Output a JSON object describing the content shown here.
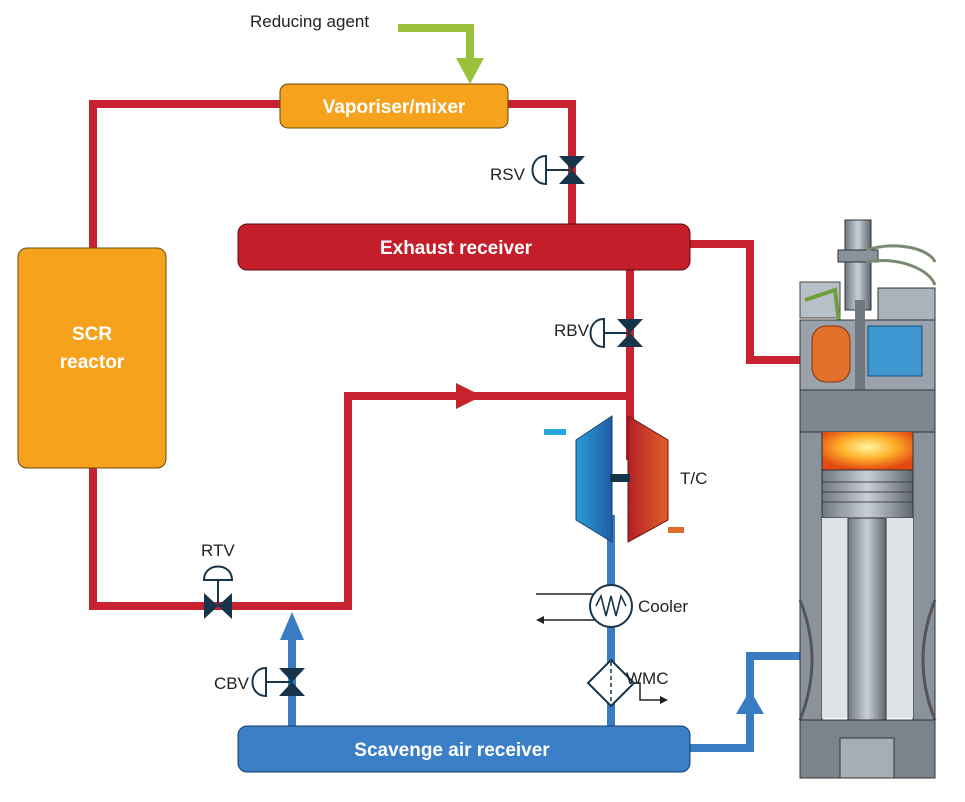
{
  "colors": {
    "exhaust_red": "#c8222e",
    "air_blue": "#3a7cc4",
    "orange_box": "#f7a21d",
    "red_box": "#c41e2a",
    "blue_box": "#3b7fc6",
    "green_arrow": "#9ac03c"
  },
  "labels": {
    "reducing_agent": "Reducing agent",
    "vaporiser": "Vaporiser/mixer",
    "exhaust_receiver": "Exhaust receiver",
    "scr_line1": "SCR",
    "scr_line2": "reactor",
    "scavenge_receiver": "Scavenge air receiver",
    "rsv": "RSV",
    "rbv": "RBV",
    "rtv": "RTV",
    "cbv": "CBV",
    "tc": "T/C",
    "cooler": "Cooler",
    "wmc": "WMC"
  },
  "icons": {
    "valve": "butterfly-valve-icon",
    "cooler": "cooler-coil-icon",
    "wmc": "water-mist-catcher-icon",
    "engine": "engine-cylinder-cutaway-icon"
  }
}
